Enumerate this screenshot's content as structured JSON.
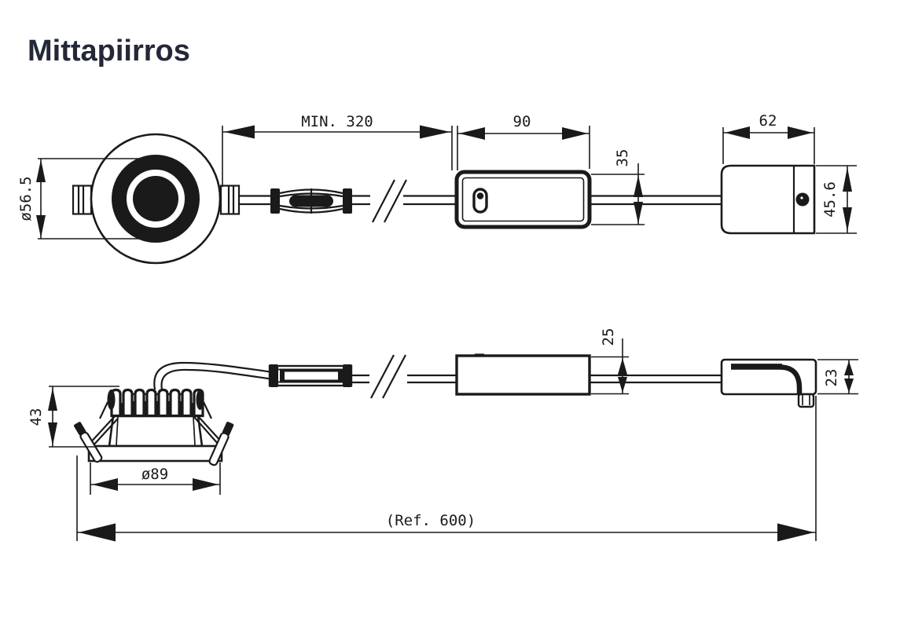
{
  "page": {
    "background": "#ffffff"
  },
  "title": {
    "text": "Mittapiirros",
    "color": "#232838"
  },
  "drawing": {
    "ink_color": "#1a1a1a",
    "top_view": {
      "dims": {
        "fixture_diameter": {
          "label": "ø56.5",
          "value_mm": 56.5
        },
        "min_cable_length": {
          "label": "MIN. 320",
          "value_mm": 320
        },
        "driver_length": {
          "label": "90",
          "value_mm": 90
        },
        "driver_width": {
          "label": "35",
          "value_mm": 35
        },
        "connection_box_length": {
          "label": "62",
          "value_mm": 62
        },
        "connection_box_width": {
          "label": "45.6",
          "value_mm": 45.6
        }
      }
    },
    "side_view": {
      "dims": {
        "recess_height": {
          "label": "43",
          "value_mm": 43
        },
        "flange_diameter": {
          "label": "ø89",
          "value_mm": 89
        },
        "driver_height": {
          "label": "25",
          "value_mm": 25
        },
        "connection_box_height": {
          "label": "23",
          "value_mm": 23
        },
        "overall_reference_length": {
          "label": "(Ref. 600)",
          "value_mm": 600
        }
      }
    }
  }
}
